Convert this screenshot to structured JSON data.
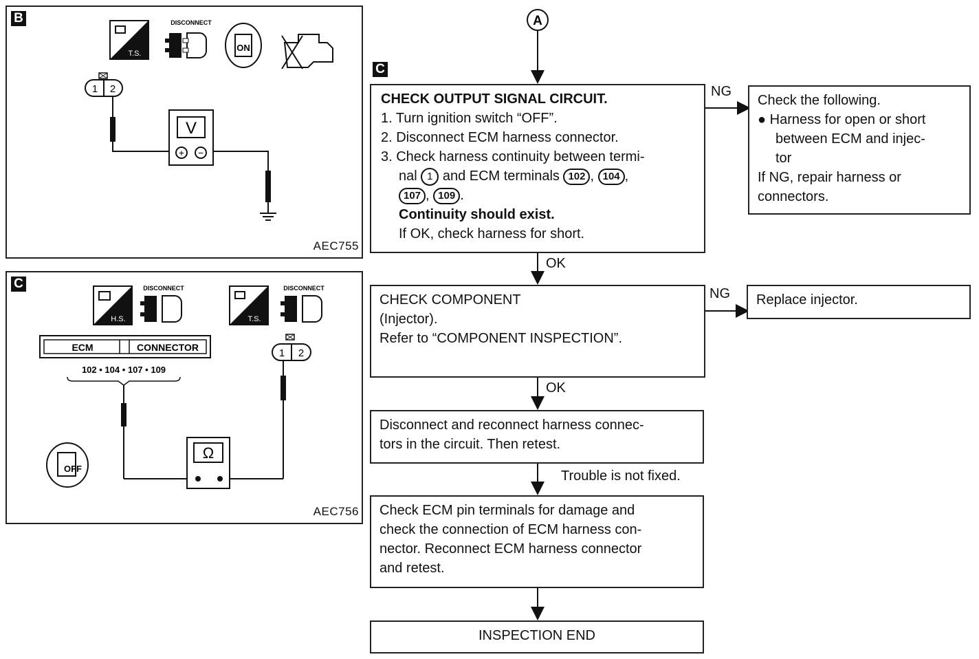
{
  "panel_b": {
    "tag": "B",
    "icons": {
      "ts": "T.S.",
      "disconnect": "DISCONNECT",
      "key": "ON"
    },
    "connector": {
      "pin1": "1",
      "pin2": "2"
    },
    "meter": "V",
    "plus": "+",
    "minus": "−",
    "code": "AEC755"
  },
  "panel_c": {
    "tag": "C",
    "icons": {
      "hs": "H.S.",
      "ts": "T.S.",
      "disconnect1": "DISCONNECT",
      "disconnect2": "DISCONNECT",
      "key": "OFF"
    },
    "ecm_label": "ECM",
    "connector_label": "CONNECTOR",
    "terminals": "102 • 104 • 107 • 109",
    "connector": {
      "pin1": "1",
      "pin2": "2"
    },
    "meter": "Ω",
    "code": "AEC756"
  },
  "flow": {
    "start": "A",
    "step_tag": "C",
    "box1": {
      "title": "CHECK OUTPUT SIGNAL CIRCUIT.",
      "s1": "1. Turn ignition switch “OFF”.",
      "s2": "2. Disconnect ECM harness connector.",
      "s3a": "3. Check harness continuity between termi-",
      "s3b_pre": "nal",
      "s3b_pin": "1",
      "s3b_mid": "and ECM terminals",
      "t102": "102",
      "t104": "104",
      "t107": "107",
      "t109": "109",
      "exist": "Continuity should exist.",
      "ok_note": "If OK, check harness for short."
    },
    "ng1": "NG",
    "ng1_box": {
      "l1": "Check the following.",
      "l2": "● Harness for open or short",
      "l3": "between ECM and injec-",
      "l4": "tor",
      "l5": "If NG, repair harness or",
      "l6": "connectors."
    },
    "ok1": "OK",
    "box2": {
      "l1": "CHECK COMPONENT",
      "l2": "(Injector).",
      "l3": "Refer to “COMPONENT INSPECTION”."
    },
    "ng2": "NG",
    "ng2_box": "Replace injector.",
    "ok2": "OK",
    "box3": {
      "l1": "Disconnect and reconnect harness connec-",
      "l2": "tors in the circuit. Then retest."
    },
    "trouble": "Trouble is not fixed.",
    "box4": {
      "l1": "Check ECM pin terminals for damage and",
      "l2": "check the connection of ECM harness con-",
      "l3": "nector. Reconnect ECM harness connector",
      "l4": "and retest."
    },
    "end": "INSPECTION END"
  }
}
